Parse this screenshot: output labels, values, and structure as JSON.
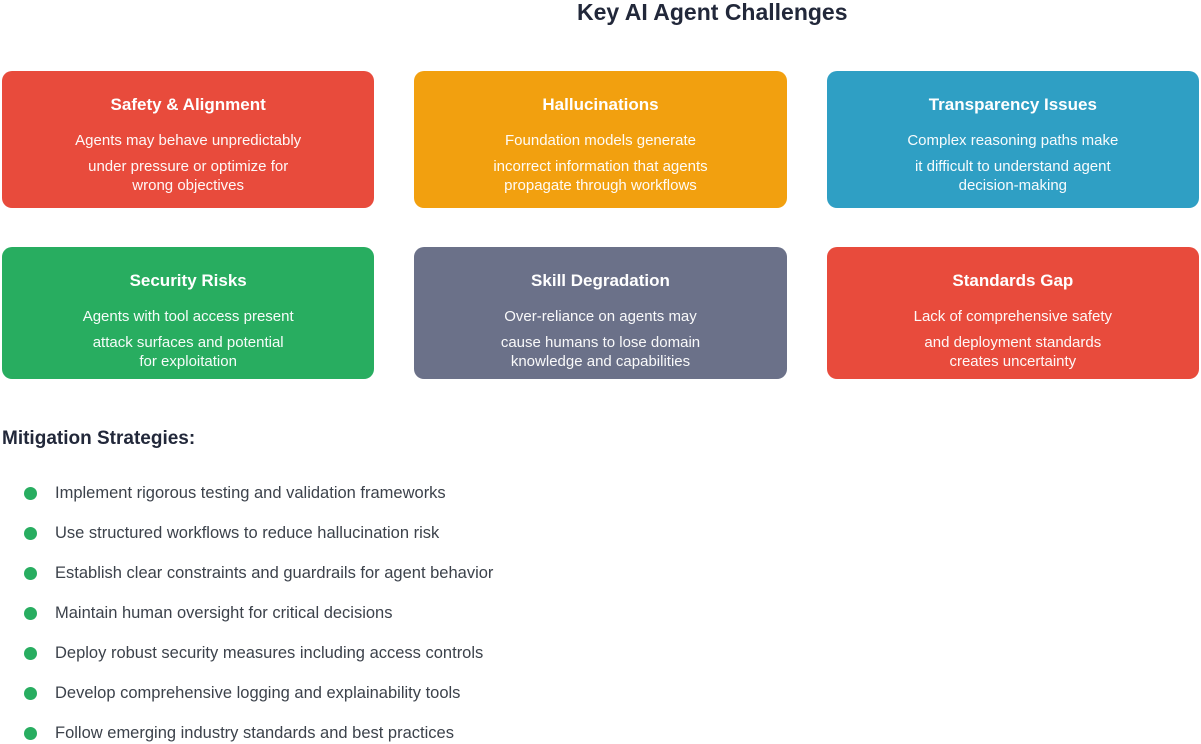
{
  "title": "Key AI Agent Challenges",
  "cards": [
    {
      "title": "Safety & Alignment",
      "color": "#e84b3c",
      "body": [
        "Agents may behave unpredictably",
        "under pressure or optimize for\nwrong objectives"
      ]
    },
    {
      "title": "Hallucinations",
      "color": "#f2a00f",
      "body": [
        "Foundation models generate",
        "incorrect information that agents\npropagate through workflows"
      ]
    },
    {
      "title": "Transparency Issues",
      "color": "#2f9fc4",
      "body": [
        "Complex reasoning paths make",
        "it difficult to understand agent\ndecision-making"
      ]
    },
    {
      "title": "Security Risks",
      "color": "#28ad60",
      "body": [
        "Agents with tool access present",
        "attack surfaces and potential\nfor exploitation"
      ]
    },
    {
      "title": "Skill Degradation",
      "color": "#6b7189",
      "body": [
        "Over-reliance on agents may",
        "cause humans to lose domain\nknowledge and capabilities"
      ]
    },
    {
      "title": "Standards Gap",
      "color": "#e84b3c",
      "body": [
        "Lack of comprehensive safety",
        "and deployment standards\ncreates uncertainty"
      ]
    }
  ],
  "mitigation": {
    "heading": "Mitigation Strategies:",
    "bullet_color": "#28ad60",
    "items": [
      "Implement rigorous testing and validation frameworks",
      "Use structured workflows to reduce hallucination risk",
      "Establish clear constraints and guardrails for agent behavior",
      "Maintain human oversight for critical decisions",
      "Deploy robust security measures including access controls",
      "Develop comprehensive logging and explainability tools",
      "Follow emerging industry standards and best practices"
    ]
  }
}
